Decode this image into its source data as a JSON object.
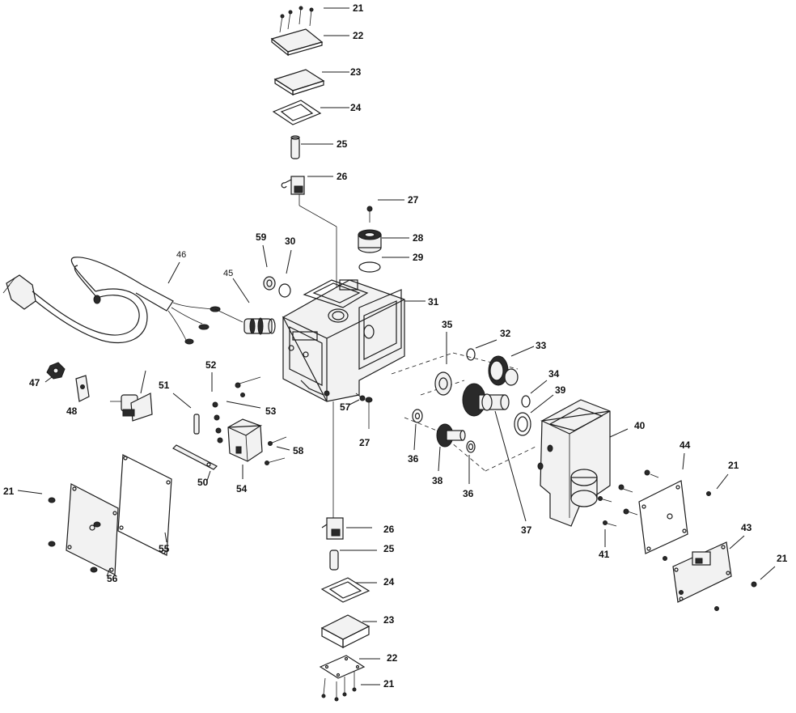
{
  "callouts": {
    "c21a": "21",
    "c22a": "22",
    "c23a": "23",
    "c24a": "24",
    "c25a": "25",
    "c26a": "26",
    "c27a": "27",
    "c28": "28",
    "c29": "29",
    "c59": "59",
    "c30": "30",
    "c31": "31",
    "c46": "46",
    "c45": "45",
    "c35": "35",
    "c32": "32",
    "c33": "33",
    "c34": "34",
    "c39": "39",
    "c40": "40",
    "c44": "44",
    "c21b": "21",
    "c47": "47",
    "c48": "48",
    "c52": "52",
    "c51": "51",
    "c53": "53",
    "c57": "57",
    "c27b": "27",
    "c36a": "36",
    "c38": "38",
    "c36b": "36",
    "c37": "37",
    "c58": "58",
    "c50": "50",
    "c54": "54",
    "c21c": "21",
    "c55": "55",
    "c56": "56",
    "c41": "41",
    "c43": "43",
    "c21d": "21",
    "c26b": "26",
    "c25b": "25",
    "c24b": "24",
    "c23b": "23",
    "c22b": "22",
    "c21e": "21"
  }
}
